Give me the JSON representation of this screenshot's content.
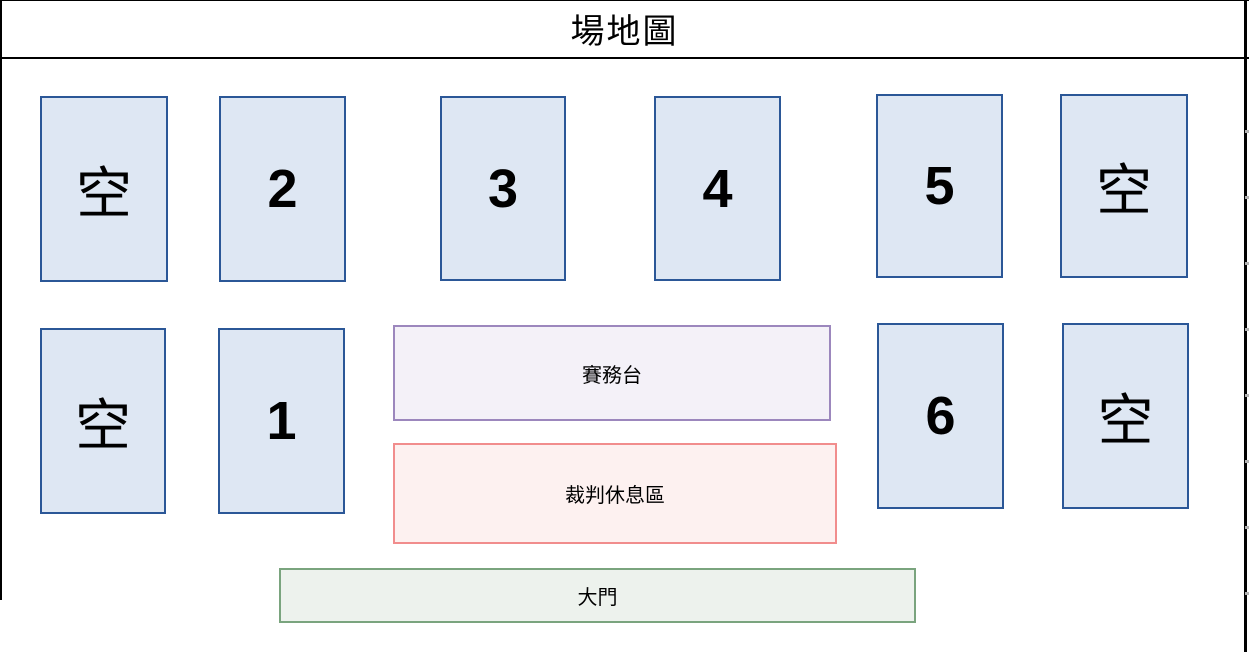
{
  "title": "場地圖",
  "courts": [
    {
      "id": "top-empty-left",
      "label": "空",
      "kind": "empty"
    },
    {
      "id": "court-2",
      "label": "2",
      "kind": "court"
    },
    {
      "id": "court-3",
      "label": "3",
      "kind": "court"
    },
    {
      "id": "court-4",
      "label": "4",
      "kind": "court"
    },
    {
      "id": "court-5",
      "label": "5",
      "kind": "court"
    },
    {
      "id": "top-empty-right",
      "label": "空",
      "kind": "empty"
    },
    {
      "id": "bottom-empty-left",
      "label": "空",
      "kind": "empty"
    },
    {
      "id": "court-1",
      "label": "1",
      "kind": "court"
    },
    {
      "id": "court-6",
      "label": "6",
      "kind": "court"
    },
    {
      "id": "bottom-empty-right",
      "label": "空",
      "kind": "empty"
    }
  ],
  "areas": {
    "staff_desk": {
      "label": "賽務台"
    },
    "referee_rest": {
      "label": "裁判休息區"
    },
    "main_gate": {
      "label": "大門"
    }
  },
  "colors": {
    "court_fill": "#dee7f3",
    "court_border": "#2b5797",
    "desk_fill": "#f4f1f8",
    "desk_border": "#9c87bd",
    "referee_fill": "#fdf1f0",
    "referee_border": "#f18d8d",
    "gate_fill": "#edf2ed",
    "gate_border": "#7aa47e",
    "frame_color": "#000000",
    "tick_color": "#b3b3b3"
  }
}
